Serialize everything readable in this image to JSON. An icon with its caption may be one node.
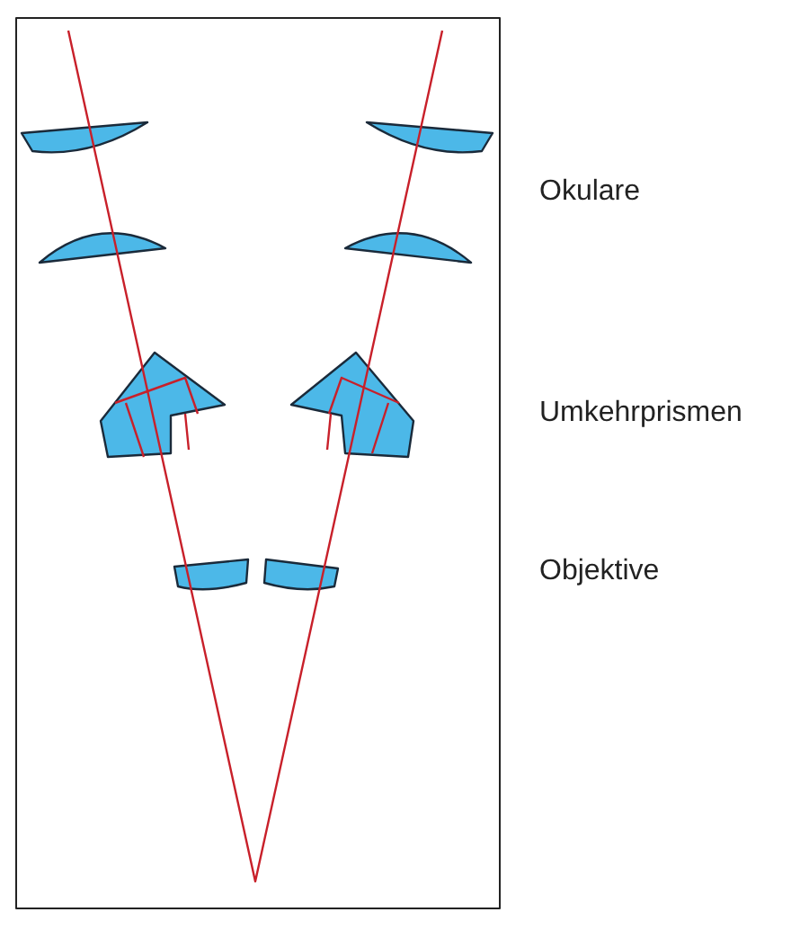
{
  "diagram": {
    "labels": [
      "Okulare",
      "Umkehrprismen",
      "Objektive"
    ]
  }
}
